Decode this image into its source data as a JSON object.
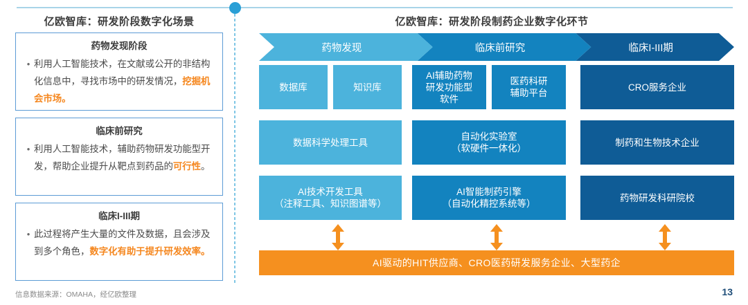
{
  "colors": {
    "light_blue": "#4cb3dc",
    "mid_blue": "#1383bf",
    "dark_blue": "#0f5c96",
    "orange": "#f5901f",
    "highlight": "#f5871f",
    "card_border": "#5b9bd5",
    "rule": "#a8d4e8"
  },
  "left": {
    "title": "亿欧智库：研发阶段数字化场景",
    "cards": [
      {
        "title": "药物发现阶段",
        "bullet": "•",
        "text_before": "利用人工智能技术，在文献或公开的非结构化信息中，寻找市场中的研发情况，",
        "text_highlight": "挖掘机会市场。"
      },
      {
        "title": "临床前研究",
        "bullet": "•",
        "text_before": "利用人工智能技术，辅助药物研发功能型开发，帮助企业提升从靶点到药品的",
        "text_highlight": "可行性",
        "text_after": "。"
      },
      {
        "title": "临床I-III期",
        "bullet": "•",
        "text_before": "此过程将产生大量的文件及数据，且会涉及到多个角色，",
        "text_highlight": "数字化有助于提升研发效率。"
      }
    ]
  },
  "right": {
    "title": "亿欧智库：研发阶段制药企业数字化环节",
    "stages": [
      {
        "label": "药物发现",
        "tone": "light_blue"
      },
      {
        "label": "临床前研究",
        "tone": "mid_blue"
      },
      {
        "label": "临床I-III期",
        "tone": "dark_blue"
      }
    ],
    "rows": [
      {
        "boxes": [
          {
            "label": "数据库",
            "tone": "light_blue"
          },
          {
            "label": "知识库",
            "tone": "light_blue"
          },
          {
            "label": "AI辅助药物\n研发功能型\n软件",
            "tone": "mid_blue"
          },
          {
            "label": "医药科研\n辅助平台",
            "tone": "mid_blue"
          },
          {
            "label": "CRO服务企业",
            "tone": "dark_blue"
          }
        ]
      },
      {
        "boxes": [
          {
            "label": "数据科学处理工具",
            "tone": "light_blue"
          },
          {
            "label": "自动化实验室\n（软硬件一体化）",
            "tone": "mid_blue"
          },
          {
            "label": "制药和生物技术企业",
            "tone": "dark_blue"
          }
        ]
      },
      {
        "boxes": [
          {
            "label": "AI技术开发工具\n（注释工具、知识图谱等）",
            "tone": "light_blue"
          },
          {
            "label": "AI智能制药引擎\n（自动化精控系统等）",
            "tone": "mid_blue"
          },
          {
            "label": "药物研发科研院校",
            "tone": "dark_blue"
          }
        ]
      }
    ],
    "bottom_bar": "AI驱动的HIT供应商、CRO医药研发服务企业、大型药企",
    "connector_count": 3
  },
  "footer": {
    "source": "信息数据来源：OMAHA，经亿欧整理",
    "page": "13"
  }
}
